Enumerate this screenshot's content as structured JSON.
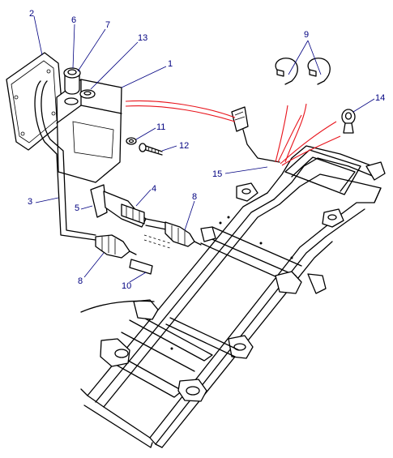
{
  "callouts": [
    {
      "id": "1",
      "label": "1"
    },
    {
      "id": "2",
      "label": "2"
    },
    {
      "id": "3",
      "label": "3"
    },
    {
      "id": "4",
      "label": "4"
    },
    {
      "id": "5",
      "label": "5"
    },
    {
      "id": "6",
      "label": "6"
    },
    {
      "id": "7",
      "label": "7"
    },
    {
      "id": "8a",
      "label": "8"
    },
    {
      "id": "8b",
      "label": "8"
    },
    {
      "id": "9",
      "label": "9"
    },
    {
      "id": "10",
      "label": "10"
    },
    {
      "id": "11",
      "label": "11"
    },
    {
      "id": "12",
      "label": "12"
    },
    {
      "id": "13",
      "label": "13"
    },
    {
      "id": "14",
      "label": "14"
    },
    {
      "id": "15",
      "label": "15"
    }
  ],
  "colors": {
    "line_art": "#000000",
    "callout_text": "#000080",
    "wiring_highlight": "#e8141c",
    "background": "#ffffff"
  }
}
